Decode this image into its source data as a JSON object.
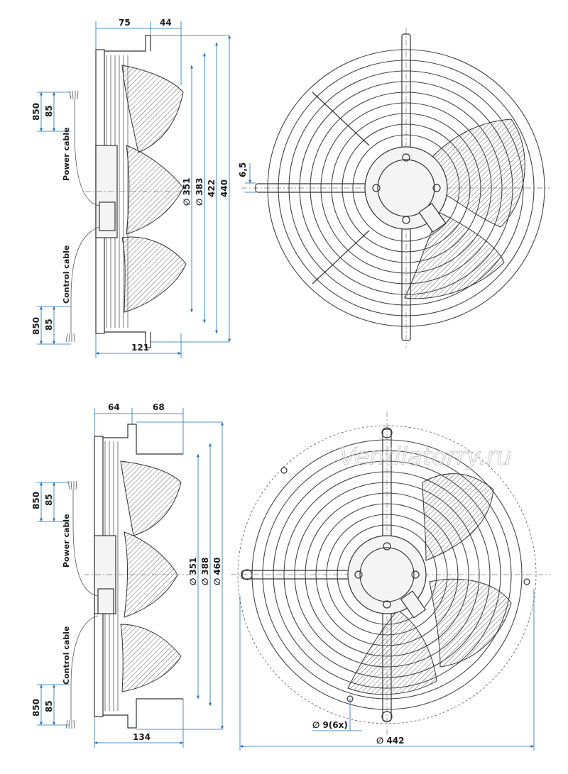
{
  "drawing_1": {
    "side_view": {
      "dims_top": [
        "75",
        "44"
      ],
      "dims_right": [
        "∅ 351",
        "∅ 383",
        "422",
        "440"
      ],
      "dim_bottom": "121",
      "power_cable": {
        "label": "Power cable",
        "length": "850",
        "strip": "85"
      },
      "control_cable": {
        "label": "Control cable",
        "length": "850",
        "strip": "85"
      }
    },
    "front_view": {
      "dim_offset": "6,5"
    }
  },
  "drawing_2": {
    "side_view": {
      "dims_top": [
        "64",
        "68"
      ],
      "dims_right": [
        "∅ 351",
        "∅ 388",
        "∅ 460"
      ],
      "dim_bottom": "134",
      "power_cable": {
        "label": "Power cable",
        "length": "850",
        "strip": "85"
      },
      "control_cable": {
        "label": "Control cable",
        "length": "850",
        "strip": "85"
      }
    },
    "front_view": {
      "watermark": "Ventilatorry.ru",
      "dim_holes": "∅ 9(6x)",
      "dim_diameter": "∅ 442"
    }
  }
}
